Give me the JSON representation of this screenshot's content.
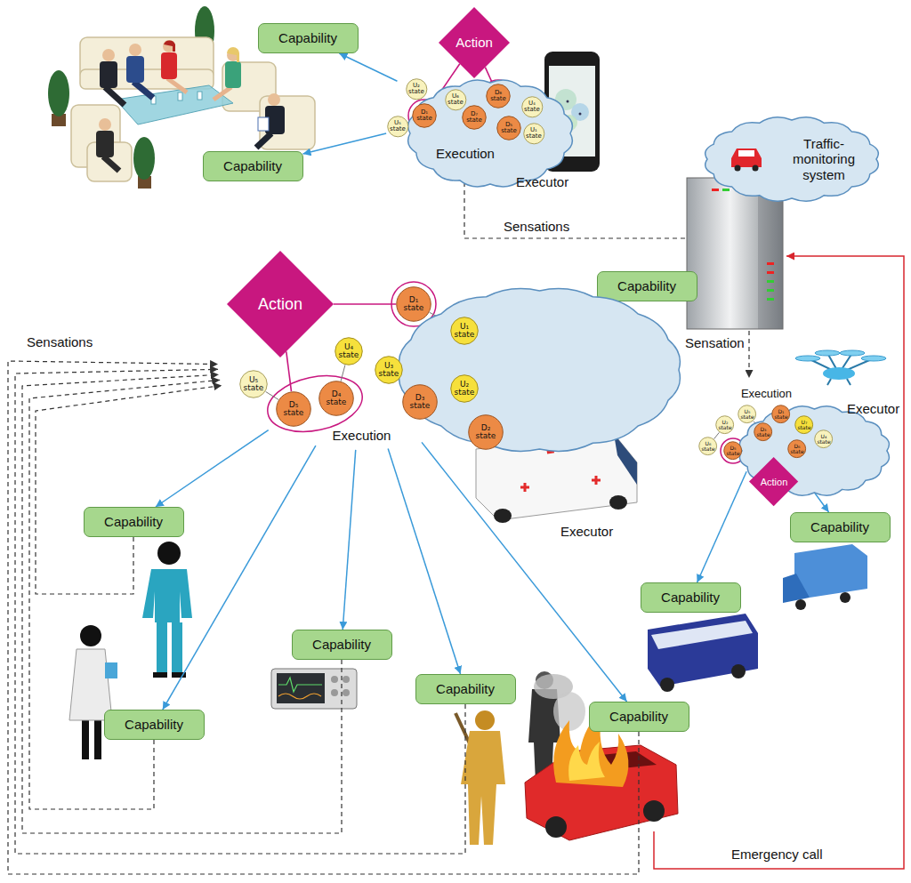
{
  "diagram": {
    "nodes": [
      {
        "text": [
          "Execution"
        ]
      },
      {
        "text": [
          "U₂ state"
        ],
        "in": 0
      },
      {
        "text": [
          "U₆ state"
        ],
        "in": 0
      },
      {
        "text": [
          "D₆ state"
        ],
        "in": 0
      },
      {
        "text": [
          "U₄ state"
        ],
        "in": 0
      },
      {
        "text": [
          "U₅ state"
        ],
        "in": 0
      },
      {
        "text": [
          "D₁ state"
        ],
        "in": 0
      },
      {
        "text": [
          "D₇ state"
        ],
        "in": 0
      },
      {
        "text": [
          "D₅ state"
        ],
        "in": 0
      },
      {
        "text": [
          "U₁ state"
        ],
        "in": 0
      },
      {
        "text": [
          "Action"
        ]
      },
      {
        "text": [
          "Capability"
        ]
      },
      {
        "text": [
          "Capability"
        ]
      },
      {
        "text": [
          "Traffic-monitoring system"
        ]
      },
      {
        "text": [
          "Capability"
        ]
      },
      {
        "text": [
          "Execution"
        ]
      },
      {
        "text": [
          "D₁ state"
        ],
        "in": 15
      },
      {
        "text": [
          "U₁ state"
        ],
        "in": 15
      },
      {
        "text": [
          "U₄ state"
        ],
        "in": 15
      },
      {
        "text": [
          "U₃ state"
        ],
        "in": 15
      },
      {
        "text": [
          "U₅ state"
        ],
        "in": 15
      },
      {
        "text": [
          "D₄ state"
        ],
        "in": 15
      },
      {
        "text": [
          "D₅ state"
        ],
        "in": 15
      },
      {
        "text": [
          "D₃ state"
        ],
        "in": 15
      },
      {
        "text": [
          "U₂ state"
        ],
        "in": 15
      },
      {
        "text": [
          "D₂ state"
        ],
        "in": 15
      },
      {
        "text": [
          "Action"
        ]
      },
      {
        "text": [
          "Execution"
        ]
      },
      {
        "text": [
          "U₅ state"
        ],
        "in": 27
      },
      {
        "text": [
          "U₂ state"
        ],
        "in": 27
      },
      {
        "text": [
          "D₁ state"
        ],
        "in": 27
      },
      {
        "text": [
          "U₇ state"
        ],
        "in": 27
      },
      {
        "text": [
          "D₃ state"
        ],
        "in": 27
      },
      {
        "text": [
          "U₄ state"
        ],
        "in": 27
      },
      {
        "text": [
          "U₆ state"
        ],
        "in": 27
      },
      {
        "text": [
          "D₅ state"
        ],
        "in": 27
      },
      {
        "text": [
          "D₆ state"
        ],
        "in": 27
      },
      {
        "text": [
          "Action"
        ]
      },
      {
        "text": [
          "Capability"
        ]
      },
      {
        "text": [
          "Capability"
        ]
      },
      {
        "text": [
          "Capability"
        ]
      },
      {
        "text": [
          "Capability"
        ]
      },
      {
        "text": [
          "Capability"
        ]
      },
      {
        "text": [
          "Capability"
        ]
      },
      {
        "text": [
          "Capability"
        ]
      }
    ],
    "edges": [
      {
        "from": 0,
        "to": 11,
        "arrow": "to"
      },
      {
        "from": 0,
        "to": 12,
        "arrow": "to"
      },
      {
        "from": 10,
        "to": 6,
        "arrow": "none"
      },
      {
        "from": 10,
        "to": 3,
        "arrow": "none"
      },
      {
        "from": 15,
        "to": 14,
        "arrow": "to"
      },
      {
        "from": 26,
        "to": 16,
        "arrow": "none"
      },
      {
        "from": 26,
        "to": 22,
        "arrow": "none"
      },
      {
        "from": 16,
        "to": 17,
        "arrow": "none"
      },
      {
        "from": 18,
        "to": 21,
        "arrow": "none"
      },
      {
        "from": 19,
        "to": 23,
        "arrow": "none"
      },
      {
        "from": 24,
        "to": 25,
        "arrow": "none"
      },
      {
        "from": 20,
        "to": 22,
        "arrow": "none"
      },
      {
        "from": 15,
        "to": 40,
        "arrow": "to"
      },
      {
        "from": 15,
        "to": 42,
        "arrow": "to"
      },
      {
        "from": 15,
        "to": 41,
        "arrow": "to"
      },
      {
        "from": 15,
        "to": 43,
        "arrow": "to"
      },
      {
        "from": 15,
        "to": 44,
        "arrow": "to"
      },
      {
        "from": 40,
        "to": 15,
        "arrow": "to"
      },
      {
        "from": 42,
        "to": 15,
        "arrow": "to"
      },
      {
        "from": 41,
        "to": 15,
        "arrow": "to"
      },
      {
        "from": 43,
        "to": 15,
        "arrow": "to"
      },
      {
        "from": 44,
        "to": 15,
        "arrow": "to"
      },
      {
        "from": 27,
        "to": 39,
        "arrow": "to"
      },
      {
        "from": 27,
        "to": 38,
        "arrow": "to"
      },
      {
        "from": 37,
        "to": 35,
        "arrow": "none"
      },
      {
        "from": 37,
        "to": 36,
        "arrow": "none"
      },
      {
        "from": 5,
        "to": 6,
        "arrow": "none"
      },
      {
        "from": 2,
        "to": 7,
        "arrow": "none"
      },
      {
        "from": 28,
        "to": 32,
        "arrow": "none"
      },
      {
        "from": 29,
        "to": 34,
        "arrow": "none"
      }
    ],
    "labels": [
      "Executor",
      "Sensations",
      "Sensations",
      "Sensation",
      "Executor",
      "Executor",
      "Emergency call"
    ]
  }
}
